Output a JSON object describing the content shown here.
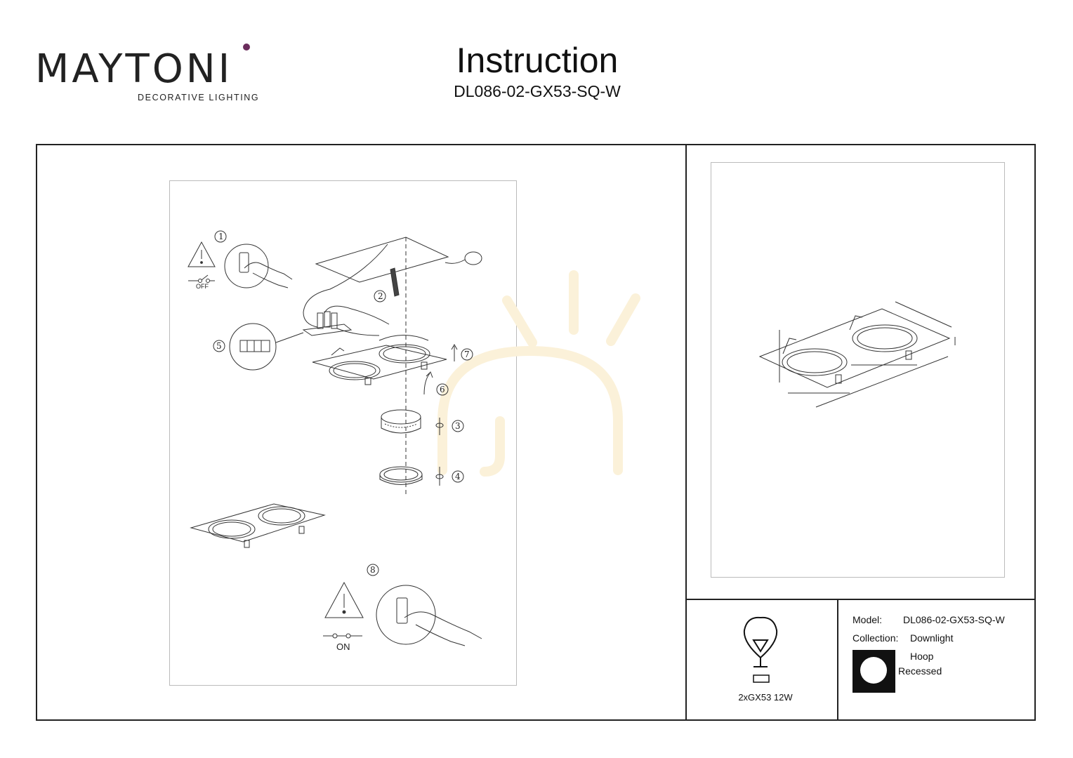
{
  "brand": {
    "name": "MAYTONI",
    "tagline": "DECORATIVE LIGHTING",
    "accent_color": "#6b2d5c"
  },
  "header": {
    "title": "Instruction",
    "model_code": "DL086-02-GX53-SQ-W"
  },
  "instructions": {
    "steps": [
      "1",
      "2",
      "3",
      "4",
      "5",
      "6",
      "7",
      "8"
    ],
    "switch_off_label": "OFF",
    "switch_on_label": "ON"
  },
  "specs": {
    "model_label": "Model:",
    "model_value": "DL086-02-GX53-SQ-W",
    "collection_label": "Collection:",
    "collection_value": "Downlight",
    "type_line1": "Hoop",
    "type_line2": "Recessed",
    "power": "2xGX53 12W",
    "icon": "lightbulb-icon",
    "mount_icon": "recessed-mount-icon"
  }
}
